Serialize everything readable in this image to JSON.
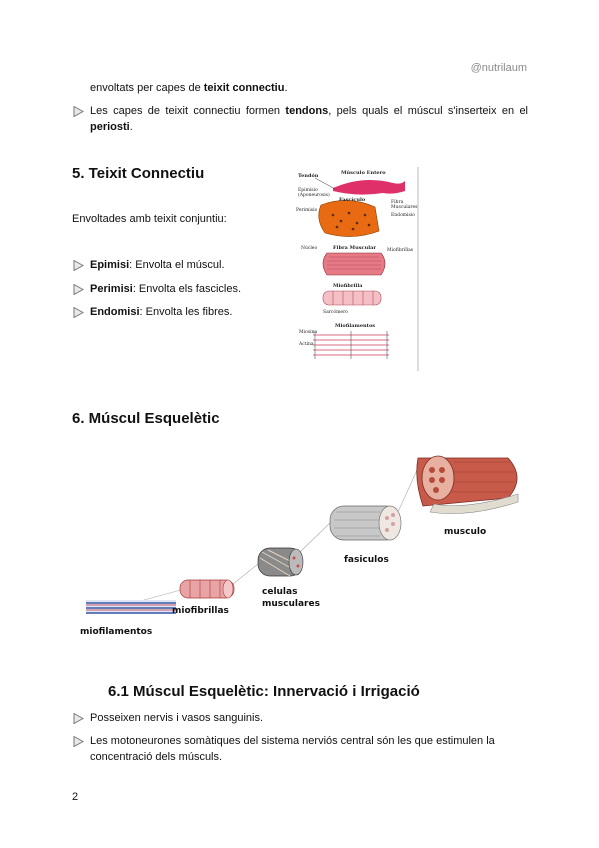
{
  "header": {
    "brand": "@nutrilaum"
  },
  "intro": {
    "line1_pre": "envoltats per capes de ",
    "line1_bold": "teixit connectiu",
    "line1_post": ".",
    "bullet_pre": "Les capes de teixit connectiu formen ",
    "bullet_bold1": "tendons",
    "bullet_mid": ", pels quals el múscul s'inserteix en el ",
    "bullet_bold2": "periosti",
    "bullet_post": "."
  },
  "section5": {
    "title": "5. Teixit Connectiu",
    "lead": "Envoltades amb teixit conjuntiu:",
    "items": [
      {
        "term": "Epimisi",
        "desc": ": Envolta el múscul."
      },
      {
        "term": "Perimisi",
        "desc": ": Envolta els fascicles."
      },
      {
        "term": "Endomisi",
        "desc": ": Envolta les fibres."
      }
    ],
    "figure": {
      "labels": {
        "tendon": "Tendón",
        "musculo_entero": "Músculo Entero",
        "epimisio": "Epimisio",
        "aponeurosis": "(Aponeurosis)",
        "fasciculo": "Fascículo",
        "fibra_muscular_small": "Fibra",
        "musculares_small": "Musculares",
        "perimisio": "Perimisio",
        "endomisio": "Endomisio",
        "nucleo": "Núcleo",
        "fibra_muscular": "Fibra Muscular",
        "miofibrillas": "Miofibrillas",
        "miofibrilla": "Miofibrilla",
        "sarcomero": "Sarcómero",
        "miofilamentos": "Miofilamentos",
        "miosina": "Miosina",
        "actina": "Actina"
      }
    }
  },
  "section6": {
    "title": "6. Múscul Esquelètic",
    "figure": {
      "labels": {
        "muscle": "musculo",
        "fascicles": "fasiculos",
        "cells_1": "celulas",
        "cells_2": "musculares",
        "myofibrils": "miofibrillas",
        "myofilaments": "miofilamentos"
      }
    }
  },
  "section61": {
    "title": "6.1 Múscul Esquelètic: Innervació i Irrigació",
    "bullets": [
      "Posseixen nervis i vasos sanguinis.",
      "Les motoneurones somàtiques del sistema nerviós central són les que estimulen la concentració dels músculs."
    ]
  },
  "footer": {
    "page": "2"
  }
}
